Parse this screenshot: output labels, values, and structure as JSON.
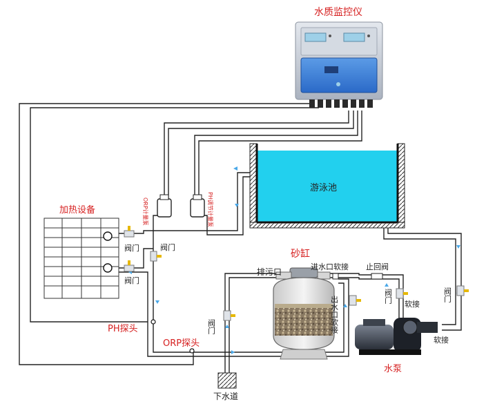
{
  "labels": {
    "controller": "水质监控仪",
    "pool": "游泳池",
    "heater": "加热设备",
    "valve_1": "阀门",
    "valve_2": "阀门",
    "valve_3": "阀门",
    "valve_4": "阀门",
    "valve_5": "阀门",
    "valve_6": "阀门",
    "ph_probe": "PH探头",
    "orp_probe": "ORP探头",
    "sand_tank": "砂缸",
    "drain_port": "排污口",
    "inlet_hose": "进水口软接",
    "check_valve": "止回阀",
    "outlet_hose": "出水口软接",
    "soft_joint_1": "软接",
    "soft_joint_2": "软接",
    "pump": "水泵",
    "sewer": "下水道",
    "orp_pump": "ORP计量泵",
    "ph_pump": "PH调节计量泵"
  },
  "colors": {
    "pipe": "#222222",
    "pool_water": "#22d0ee",
    "label_red": "#d62020",
    "flow_arrow": "#4aa8e8",
    "controller_body": "#c8d0dc",
    "controller_panel": "#3a7fd8"
  }
}
